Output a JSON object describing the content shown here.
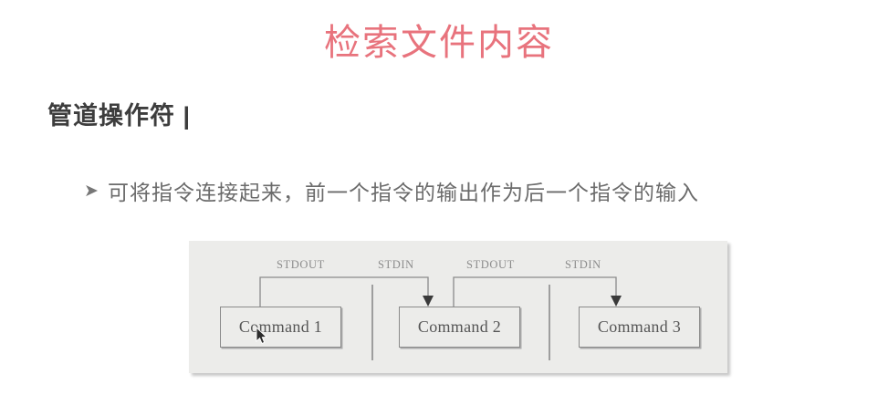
{
  "slide": {
    "title": "检索文件内容",
    "title_color": "#e8737d",
    "section_heading": "管道操作符 |",
    "bullet": {
      "marker": "➤",
      "marker_name": "arrowhead-bullet",
      "text": "可将指令连接起来，前一个指令的输出作为后一个指令的输入"
    }
  },
  "diagram": {
    "panel_background": "#ececea",
    "boxes": [
      {
        "label": "Command 1"
      },
      {
        "label": "Command 2"
      },
      {
        "label": "Command 3"
      }
    ],
    "io_labels": [
      {
        "text": "STDOUT"
      },
      {
        "text": "STDIN"
      },
      {
        "text": "STDOUT"
      },
      {
        "text": "STDIN"
      }
    ],
    "pipe_separators": 2,
    "line_color": "#8a8a8a"
  },
  "cursor": {
    "icon": "arrow-pointer-cursor"
  }
}
